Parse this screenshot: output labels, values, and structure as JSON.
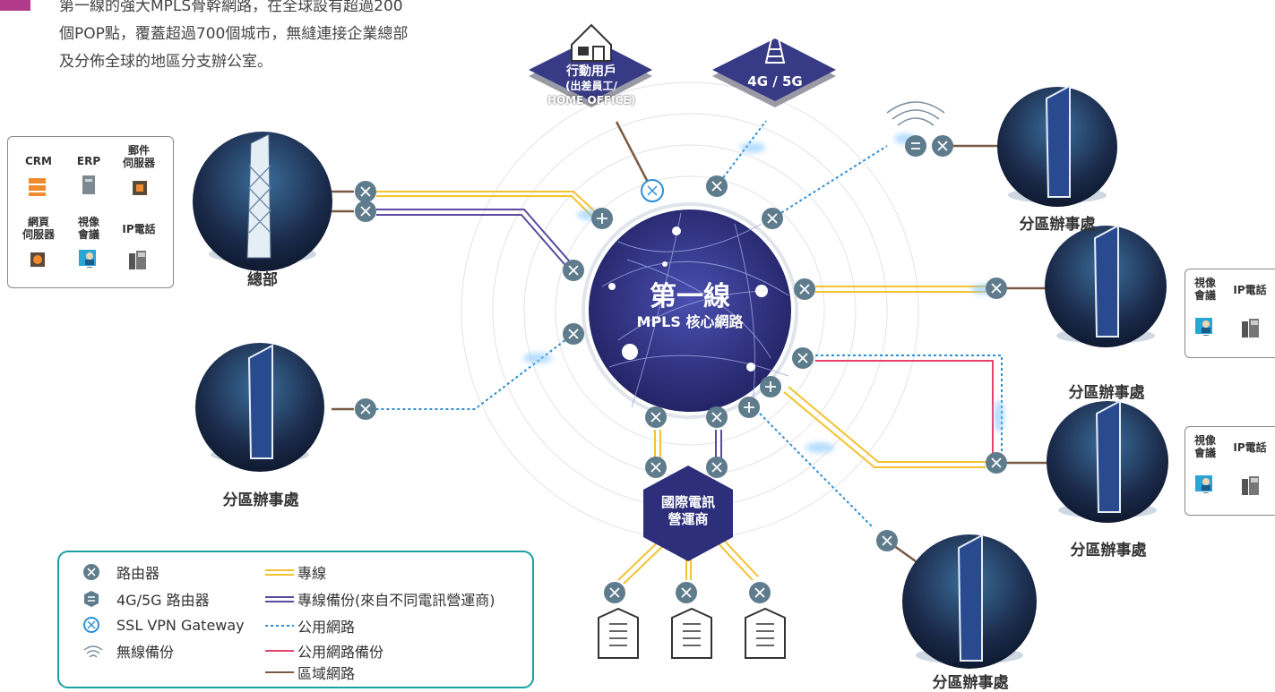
{
  "intro": {
    "lines": [
      "第一線的強大MPLS骨幹網路，在全球設有超過200",
      "個POP點，覆蓋超過700個城市，無縫連接企業總部",
      "及分佈全球的地區分支辦公室。"
    ]
  },
  "core": {
    "title": "第一線",
    "subtitle": "MPLS 核心網路"
  },
  "nodes": {
    "mobile_user": [
      "行動用戶",
      "(出差員工/",
      "HOME OFFICE)"
    ],
    "mobile_net": "4G / 5G",
    "carrier": [
      "國際電訊",
      "營運商"
    ],
    "hq": "總部",
    "branch_top_right": "分區辦事處",
    "branch_right_1": "分區辦事處",
    "branch_right_2": "分區辦事處",
    "branch_left": "分區辦事處",
    "branch_bottom": "分區辦事處"
  },
  "hq_apps": {
    "items": [
      {
        "label": "CRM",
        "icon": "server-stack-icon"
      },
      {
        "label": "ERP",
        "icon": "server-tower-icon"
      },
      {
        "label": "郵件\n伺服器",
        "icon": "mail-server-icon"
      },
      {
        "label": "網頁\n伺服器",
        "icon": "web-server-icon"
      },
      {
        "label": "視像\n會議",
        "icon": "video-conference-icon"
      },
      {
        "label": "IP電話",
        "icon": "ip-phone-icon"
      }
    ]
  },
  "branch_apps": {
    "video": "視像\n會議",
    "phone": "IP電話"
  },
  "legend": {
    "router": "路由器",
    "router_4g": "4G/5G 路由器",
    "ssl_vpn": "SSL VPN Gateway",
    "wireless": "無線備份",
    "leased": "專線",
    "leased_backup": "專線備份(來自不同電訊營運商)",
    "public": "公用網路",
    "public_backup": "公用網路備份",
    "lan": "區域網路"
  },
  "colors": {
    "leased": "#f2c230",
    "leased_backup": "#5b4aa0",
    "public": "#2e8fd6",
    "public_backup": "#e8406a",
    "lan": "#7a5a44",
    "core": "#2d2f7a",
    "router": "#5f7c8c",
    "legend_border": "#1aa0a0",
    "accent": "#b13a8b"
  }
}
